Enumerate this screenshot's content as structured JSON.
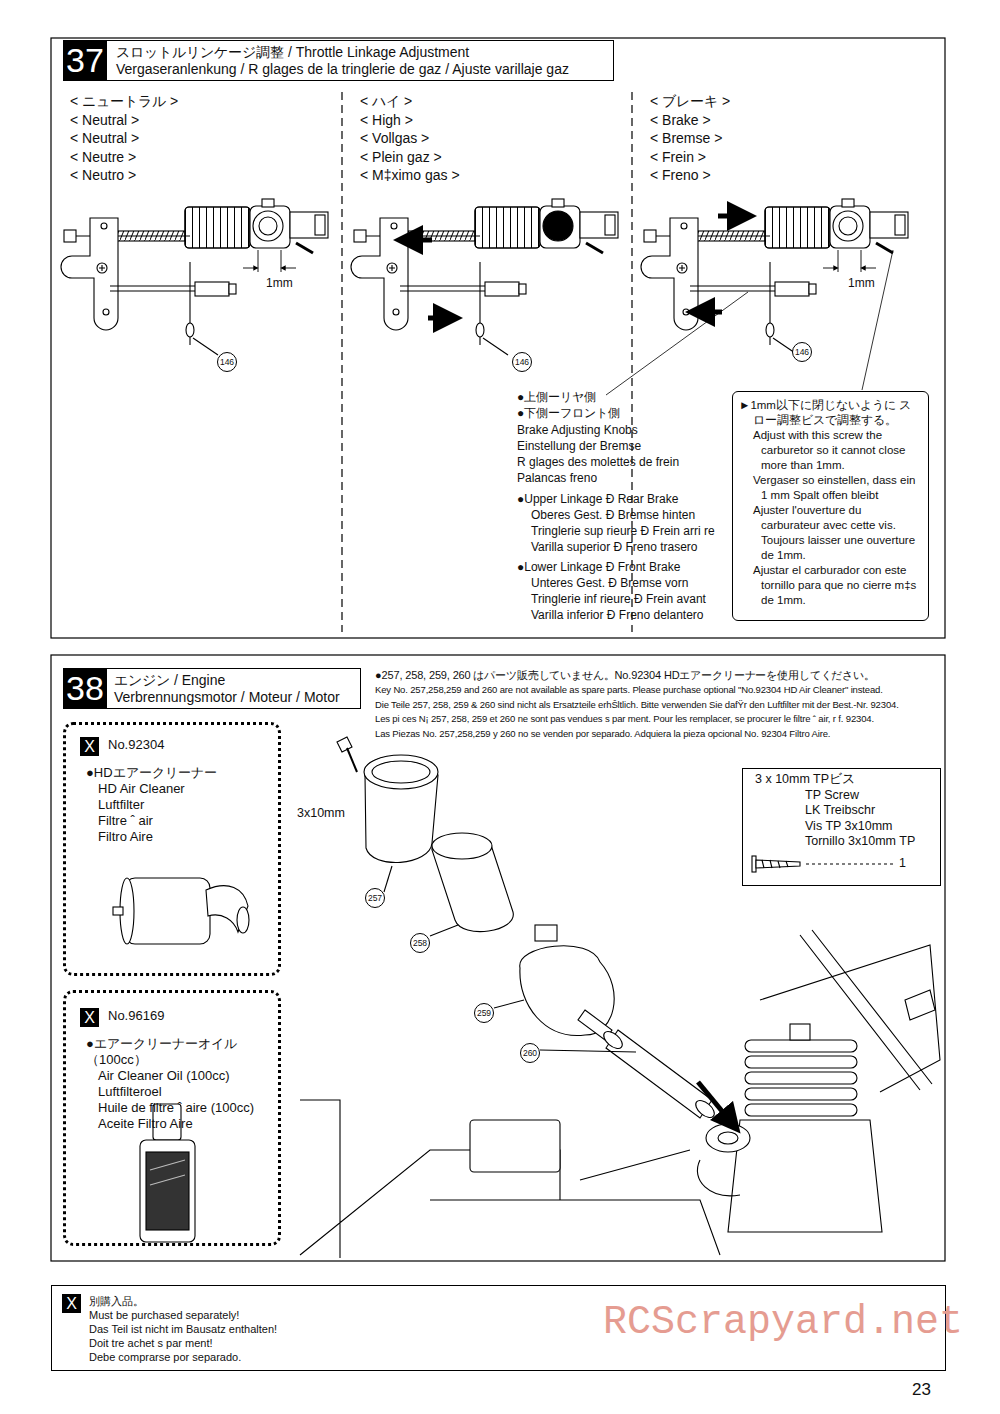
{
  "diagram": {
    "nodes": [
      {
        "text": [
          "スロットルリンケージ調整 / Throttle Linkage Adjustment",
          "Vergaseranlenkung / R glages de la tringlerie de gaz / Ajuste varillaje gaz"
        ]
      },
      {
        "text": [
          "37"
        ],
        "in": 0
      },
      {
        "text": [
          "146"
        ]
      },
      {
        "text": [
          "146"
        ]
      },
      {
        "text": [
          "146"
        ]
      },
      {
        "text": [
          "►1mm以下に閉じないように スロー調整ビスで調整する。",
          "Adjust with this screw the carburetor so it cannot close more than 1mm.",
          "Vergaser so einstellen, dass ein 1 mm Spalt offen bleibt",
          "Ajuster l'ouverture du carburateur avec cette vis. Toujours laisser une ouverture de 1mm.",
          "Ajustar el carburador con este tornillo para que no cierre m‡s de 1mm."
        ]
      },
      {
        "text": [
          "エンジン / Engine",
          "Verbrennungsmotor / Moteur / Motor"
        ]
      },
      {
        "text": [
          "38"
        ],
        "in": 6
      },
      {
        "text": [
          "No.92304",
          "●HDエアークリーナー",
          "HD Air Cleaner",
          "Luftfilter",
          "Filtre ˆ air",
          "Filtro Aire"
        ]
      },
      {
        "text": [
          "X"
        ],
        "in": 8
      },
      {
        "text": [
          "No.96169",
          "●エアークリーナーオイル（100cc）",
          "Air Cleaner Oil (100cc)",
          "Luftfilteroel",
          "Huile de filtre ˆ aire (100cc)",
          "Aceite Filtro Aire"
        ]
      },
      {
        "text": [
          "X"
        ],
        "in": 10
      },
      {
        "text": [
          "3 x 10mm TPビス",
          "TP Screw",
          "LK Treibschr",
          "Vis TP 3x10mm",
          "Tornillo 3x10mm TP",
          "1"
        ]
      },
      {
        "text": [
          "257"
        ]
      },
      {
        "text": [
          "258"
        ]
      },
      {
        "text": [
          "259"
        ]
      },
      {
        "text": [
          "260"
        ]
      },
      {
        "text": [
          "別購入品。",
          "Must be purchased separately!",
          "Das Teil ist nicht im Bausatz enthalten!",
          "Doit tre achet s par ment!",
          "Debe comprarse por separado."
        ]
      },
      {
        "text": [
          "X"
        ],
        "in": 17
      }
    ],
    "labels": [
      "< ニュートラル >",
      "< Neutral >",
      "< Neutral >",
      "< Neutre >",
      "< Neutro >",
      "< ハイ >",
      "< High >",
      "< Vollgas >",
      "< Plein gaz >",
      "< M‡ximo gas >",
      "< ブレーキ >",
      "< Brake >",
      "< Bremse >",
      "< Frein >",
      "< Freno >",
      "1mm",
      "1mm",
      "●上側ーリヤ側",
      "●下側ーフロント側",
      "Brake Adjusting Knobs",
      "Einstellung der Bremse",
      "R glages des molettes de frein",
      "Palancas freno",
      "●Upper Linkage Ð Rear Brake",
      "Oberes Gest. Ð Bremse hinten",
      "Tringlerie sup rieure Ð Frein arri re",
      "Varilla superior Ð Freno trasero",
      "●Lower Linkage Ð Front Brake",
      "Unteres Gest. Ð Bremse vorn",
      "Tringlerie inf rieure Ð Frein avant",
      "Varilla inferior Ð Freno delantero",
      "●257, 258, 259, 260 はパーツ販売していません。No.92304 HDエアークリーナーを使用してください。",
      "Key No. 257,258,259 and 260 are not available as spare parts. Please purchase optional \"No.92304 HD Air Cleaner\" instead.",
      "Die Teile 257, 258, 259 & 260 sind nicht als Ersatzteile erhŠltlich. Bitte verwenden Sie dafŸr den Luftfilter mit der Best.-Nr. 92304.",
      "Les pi ces N¡ 257, 258, 259 et 260 ne sont pas vendues s par ment. Pour les remplacer, se procurer le filtre ˆ air, r f. 92304.",
      "Las Piezas No. 257,258,259 y 260 no se venden por separado. Adquiera la pieza opcional No. 92304 Filtro Aire.",
      "3x10mm",
      "RCScrapyard.net",
      "23"
    ]
  }
}
